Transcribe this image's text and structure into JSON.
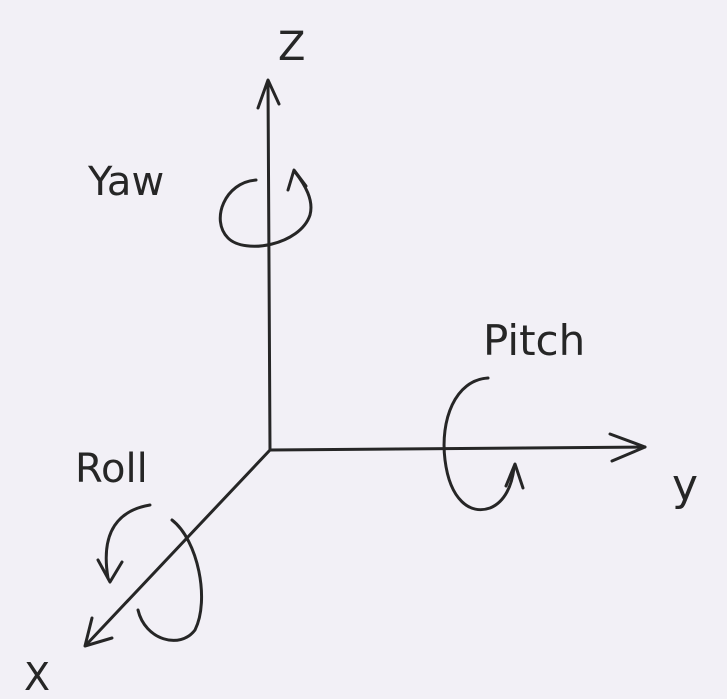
{
  "diagram": {
    "axes": {
      "z": "Z",
      "y": "y",
      "x": "X"
    },
    "rotations": {
      "yaw": "Yaw",
      "pitch": "Pitch",
      "roll": "Roll"
    },
    "colors": {
      "background": "#f2f0f6",
      "ink": "#262626"
    }
  }
}
